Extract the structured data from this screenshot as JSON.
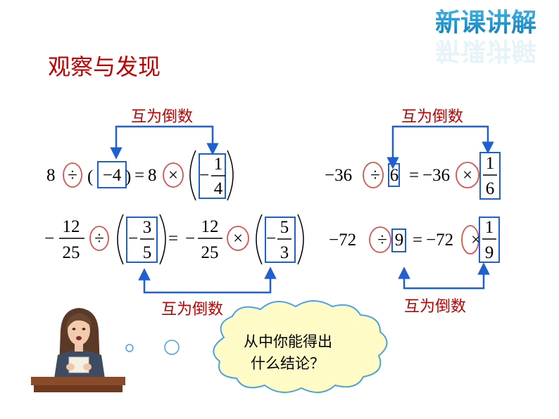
{
  "header": {
    "badge": "新课讲解",
    "title": "观察与发现"
  },
  "labels": {
    "reciprocal": "互为倒数"
  },
  "colors": {
    "title_red": "#c00000",
    "bracket_blue": "#1f5fd0",
    "badge_blue": "#1e9bd6",
    "circle_red": "#d9534f",
    "box_blue": "#1f5fd0"
  },
  "eq1": {
    "a": "8",
    "op1": "÷",
    "b": "−4",
    "eq": "=",
    "c": "8",
    "op2": "×",
    "num": "1",
    "den": "4",
    "neg": "−"
  },
  "eq2": {
    "neg": "−",
    "an": "12",
    "ad": "25",
    "op1": "÷",
    "bn": "3",
    "bd": "5",
    "eq": "=",
    "cn": "12",
    "cd": "25",
    "op2": "×",
    "dn": "5",
    "dd": "3"
  },
  "eq3": {
    "a": "−36",
    "op1": "÷",
    "b": "6",
    "eq": "=",
    "c": "−36",
    "op2": "×",
    "num": "1",
    "den": "6"
  },
  "eq4": {
    "a": "−72",
    "op1": "÷",
    "b": "9",
    "eq": "=",
    "c": "−72",
    "op2": "×",
    "num": "1",
    "den": "9"
  },
  "bubble": {
    "line1": "从中你能得出",
    "line2": "什么结论？"
  }
}
